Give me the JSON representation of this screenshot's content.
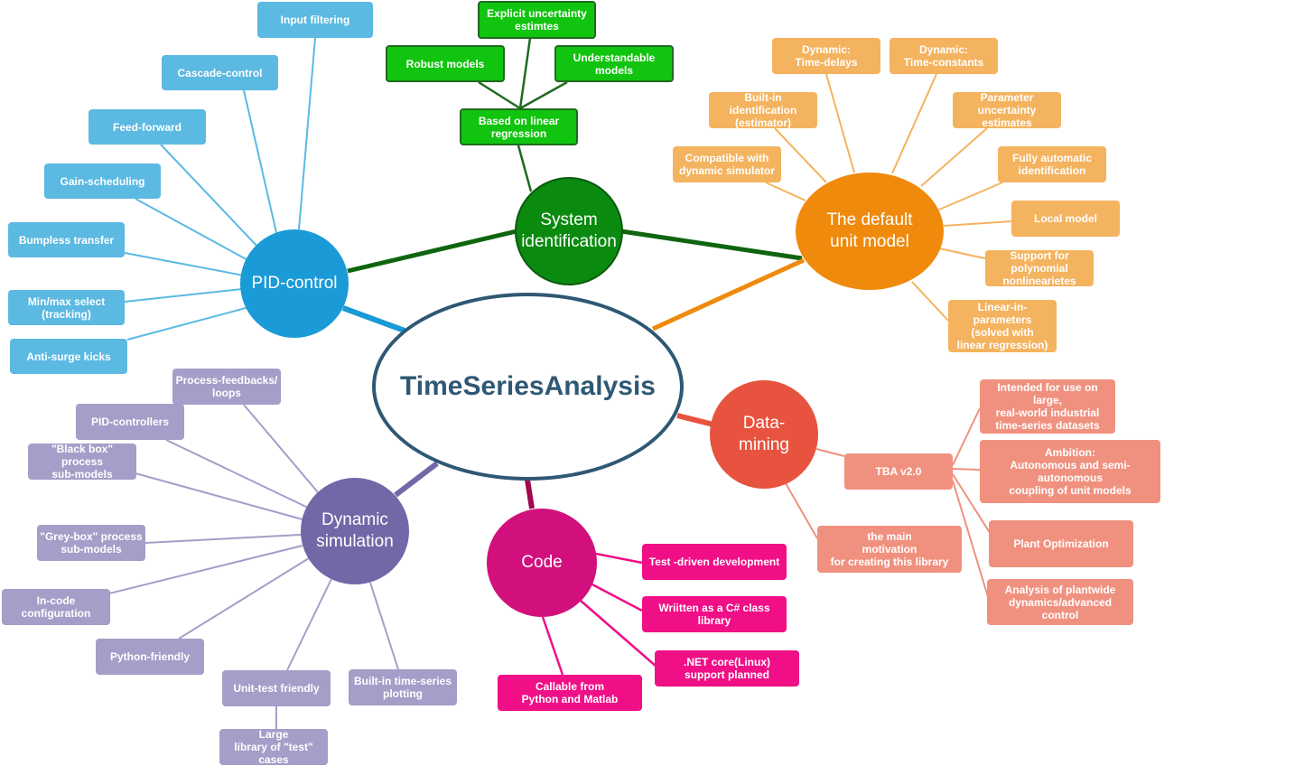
{
  "center": {
    "label": "TimeSeriesAnalysis",
    "color": "#2e5874"
  },
  "branches": [
    {
      "id": "pid",
      "label": "PID-control",
      "color": "#1a9ad6",
      "leaf_color": "#5bb9e2",
      "leaves": [
        "Input filtering",
        "Cascade-control",
        "Feed-forward",
        "Gain-scheduling",
        "Bumpless transfer",
        "Min/max select\n(tracking)",
        "Anti-surge kicks"
      ]
    },
    {
      "id": "sysid",
      "label": "System\nidentification",
      "color": "#0b8a10",
      "leaf_color": "#11c40f",
      "leaves": [
        "Based on linear\nregression"
      ],
      "subleaves": [
        "Explicit uncertainty\nestimtes",
        "Robust models",
        "Understandable models"
      ]
    },
    {
      "id": "unit",
      "label": "The default\nunit model",
      "color": "#ef8a0c",
      "leaf_color": "#f4b35f",
      "leaves": [
        "Dynamic:\nTime-delays",
        "Dynamic:\nTime-constants",
        "Built-in identification\n(estimator)",
        "Parameter uncertainty\nestimates",
        "Compatible with\ndynamic simulator",
        "Fully automatic\nidentification",
        "Local model",
        "Support for polynomial\nnonlinearietes",
        "Linear-in-parameters\n(solved with\nlinear regression)"
      ]
    },
    {
      "id": "dm",
      "label": "Data-\nmining",
      "color": "#e7533f",
      "leaf_color": "#f0917f",
      "leaves": [
        "TBA v2.0",
        "the main\nmotivation\nfor creating this library"
      ],
      "subleaves": [
        "Intended for use on large,\nreal-world industrial\ntime-series datasets",
        "Ambition:\nAutonomous and semi-autonomous\ncoupling of unit models",
        "Plant Optimization",
        "Analysis of plantwide\ndynamics/advanced control"
      ]
    },
    {
      "id": "code",
      "label": "Code",
      "color": "#d1107d",
      "leaf_color": "#f00f87",
      "leaves": [
        "Test -driven development",
        "Wriitten as a C# class library",
        ".NET core(Linux)\nsupport planned",
        "Callable from\nPython and Matlab"
      ]
    },
    {
      "id": "dyn",
      "label": "Dynamic\nsimulation",
      "color": "#7068a7",
      "leaf_color": "#a49ec8",
      "leaves": [
        "Process-feedbacks/\nloops",
        "PID-controllers",
        "\"Black box\" process\nsub-models",
        "\"Grey-box\" process\nsub-models",
        "In-code configuration",
        "Python-friendly",
        "Unit-test friendly",
        "Large\nlibrary of \"test\" cases",
        "Built-in time-series\nplotting"
      ]
    }
  ]
}
